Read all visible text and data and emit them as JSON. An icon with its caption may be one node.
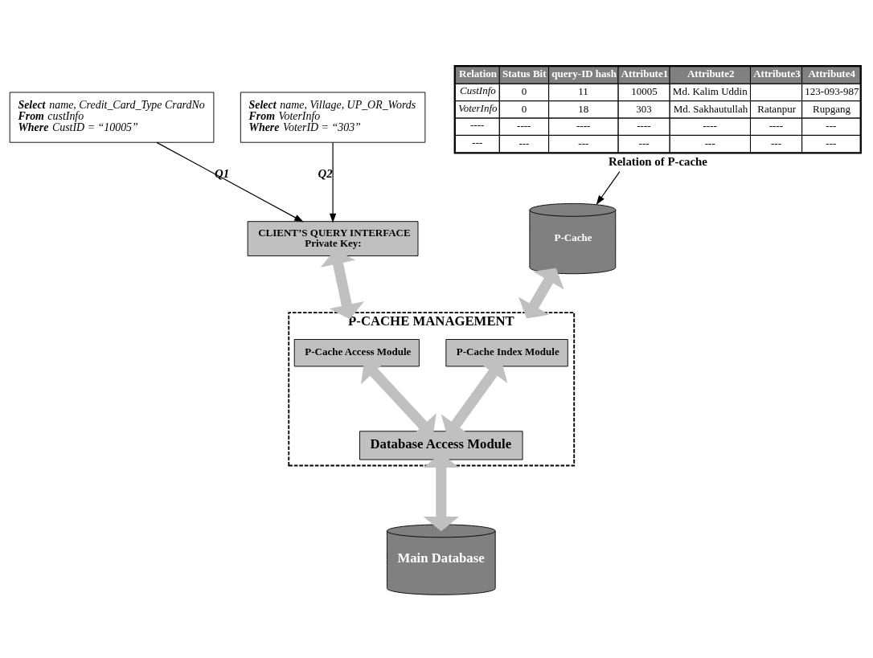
{
  "diagram": {
    "nodes": [
      {
        "text": [
          "**Select** name, Credit_Card_Type CrardNo **From** custInfo **Where** CustID = “10005”"
        ]
      },
      {
        "text": [
          "**Select** name, Village, UP_OR_Words **From** VoterInfo **Where** VoterID = “303”"
        ]
      },
      {
        "text": [
          "Relation of P-cache"
        ]
      },
      {
        "text": [
          "CLIENT’S QUERY INTERFACE",
          "Private Key:"
        ]
      },
      {
        "text": [
          "P-Cache"
        ]
      },
      {
        "text": [
          "P-CACHE MANAGEMENT"
        ]
      },
      {
        "text": [
          "P-Cache Access Module"
        ],
        "in": 5
      },
      {
        "text": [
          "P-Cache Index Module"
        ],
        "in": 5
      },
      {
        "text": [
          "Database Access Module"
        ],
        "in": 5
      },
      {
        "text": [
          "Main Database"
        ]
      }
    ],
    "edges": [
      {
        "from": 0,
        "to": 3,
        "arrow": "to",
        "label": "Q1",
        "color": "#000000"
      },
      {
        "from": 1,
        "to": 3,
        "arrow": "to",
        "label": "Q2",
        "color": "#000000"
      },
      {
        "from": 2,
        "to": 4,
        "arrow": "to",
        "color": "#000000"
      },
      {
        "from": 3,
        "to": 5,
        "arrow": "both"
      },
      {
        "from": 4,
        "to": 5,
        "arrow": "both"
      },
      {
        "from": 6,
        "to": 8,
        "arrow": "both"
      },
      {
        "from": 7,
        "to": 8,
        "arrow": "both"
      },
      {
        "from": 8,
        "to": 9,
        "arrow": "both"
      }
    ],
    "labels": [
      "Relation",
      "Status Bit",
      "query-ID hash",
      "Attribute1",
      "Attribute2",
      "Attribute3",
      "Attribute4",
      "CustInfo",
      "0",
      "11",
      "10005",
      "Md. Kalim Uddin",
      "123-093-987",
      "VoterInfo",
      "0",
      "18",
      "303",
      "Md. Sakhautullah",
      "Ratanpur",
      "Rupgang",
      "----",
      "----",
      "----",
      "----",
      "----",
      "----",
      "---",
      "---",
      "---",
      "---",
      "---",
      "---",
      "---",
      "---"
    ]
  }
}
